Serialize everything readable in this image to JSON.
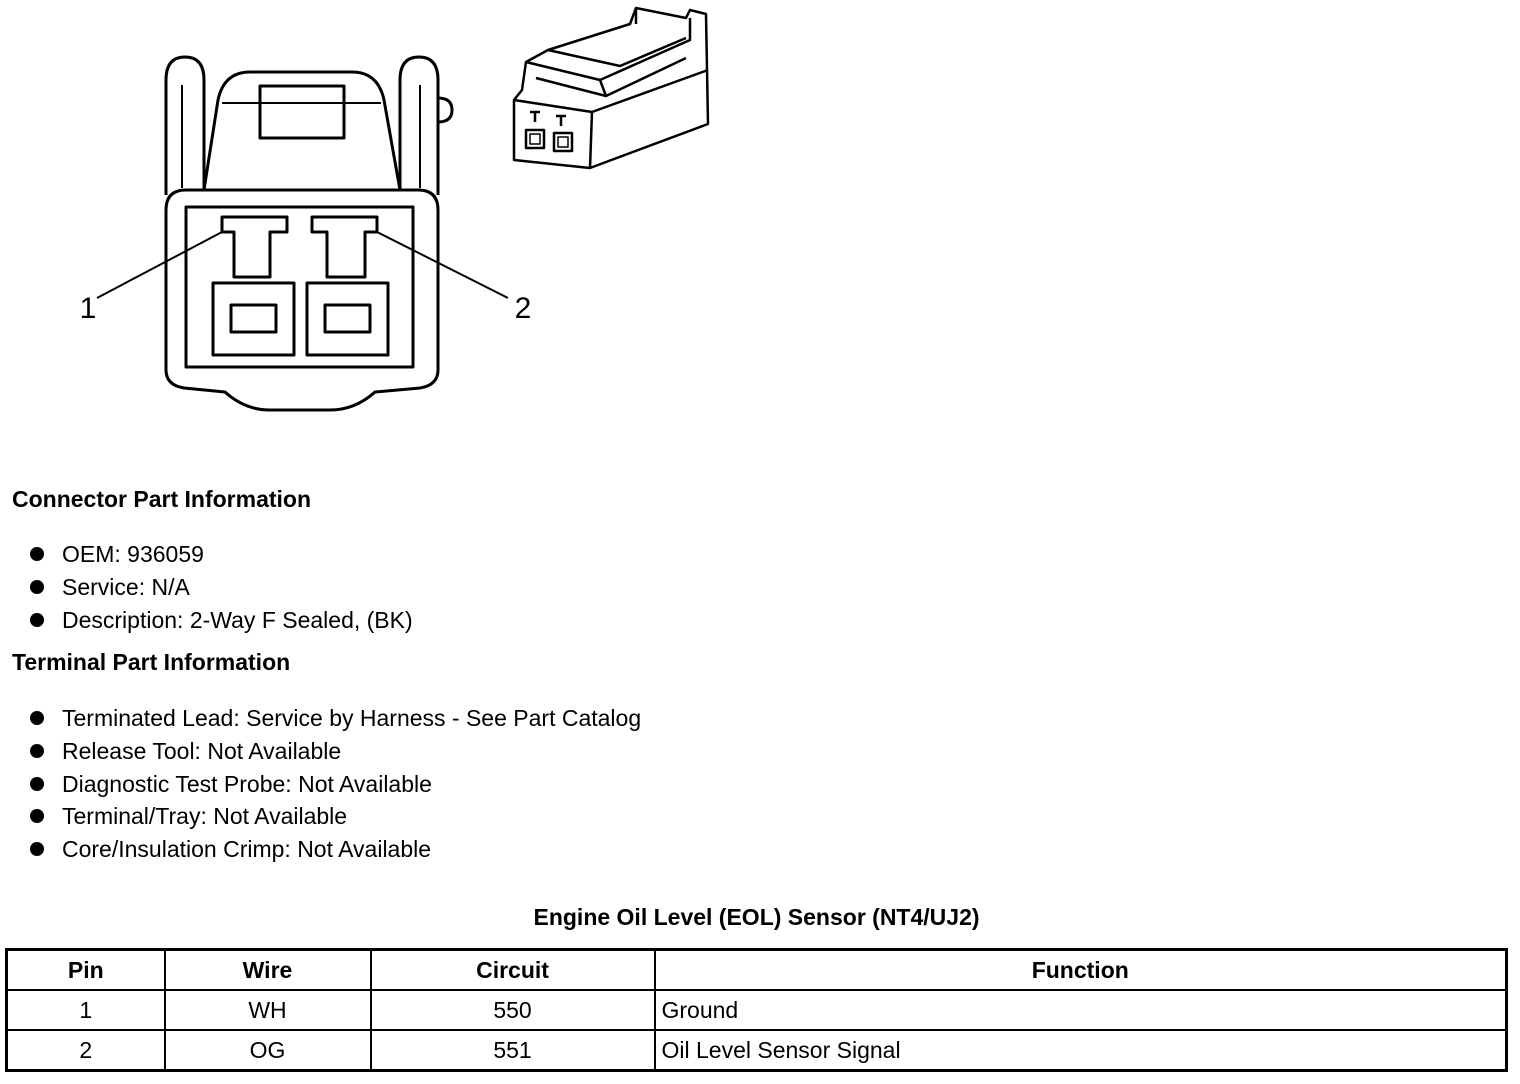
{
  "diagram": {
    "callouts": [
      "1",
      "2"
    ]
  },
  "connector": {
    "heading": "Connector Part Information",
    "items": [
      "OEM: 936059",
      "Service: N/A",
      "Description: 2-Way F Sealed, (BK)"
    ]
  },
  "terminal": {
    "heading": "Terminal Part Information",
    "items": [
      "Terminated Lead: Service by Harness - See Part Catalog",
      "Release Tool: Not Available",
      "Diagnostic Test Probe: Not Available",
      "Terminal/Tray: Not Available",
      "Core/Insulation Crimp: Not Available"
    ]
  },
  "table": {
    "title": "Engine Oil Level (EOL) Sensor (NT4/UJ2)",
    "headers": [
      "Pin",
      "Wire",
      "Circuit",
      "Function"
    ],
    "rows": [
      [
        "1",
        "WH",
        "550",
        "Ground"
      ],
      [
        "2",
        "OG",
        "551",
        "Oil Level Sensor Signal"
      ]
    ]
  }
}
